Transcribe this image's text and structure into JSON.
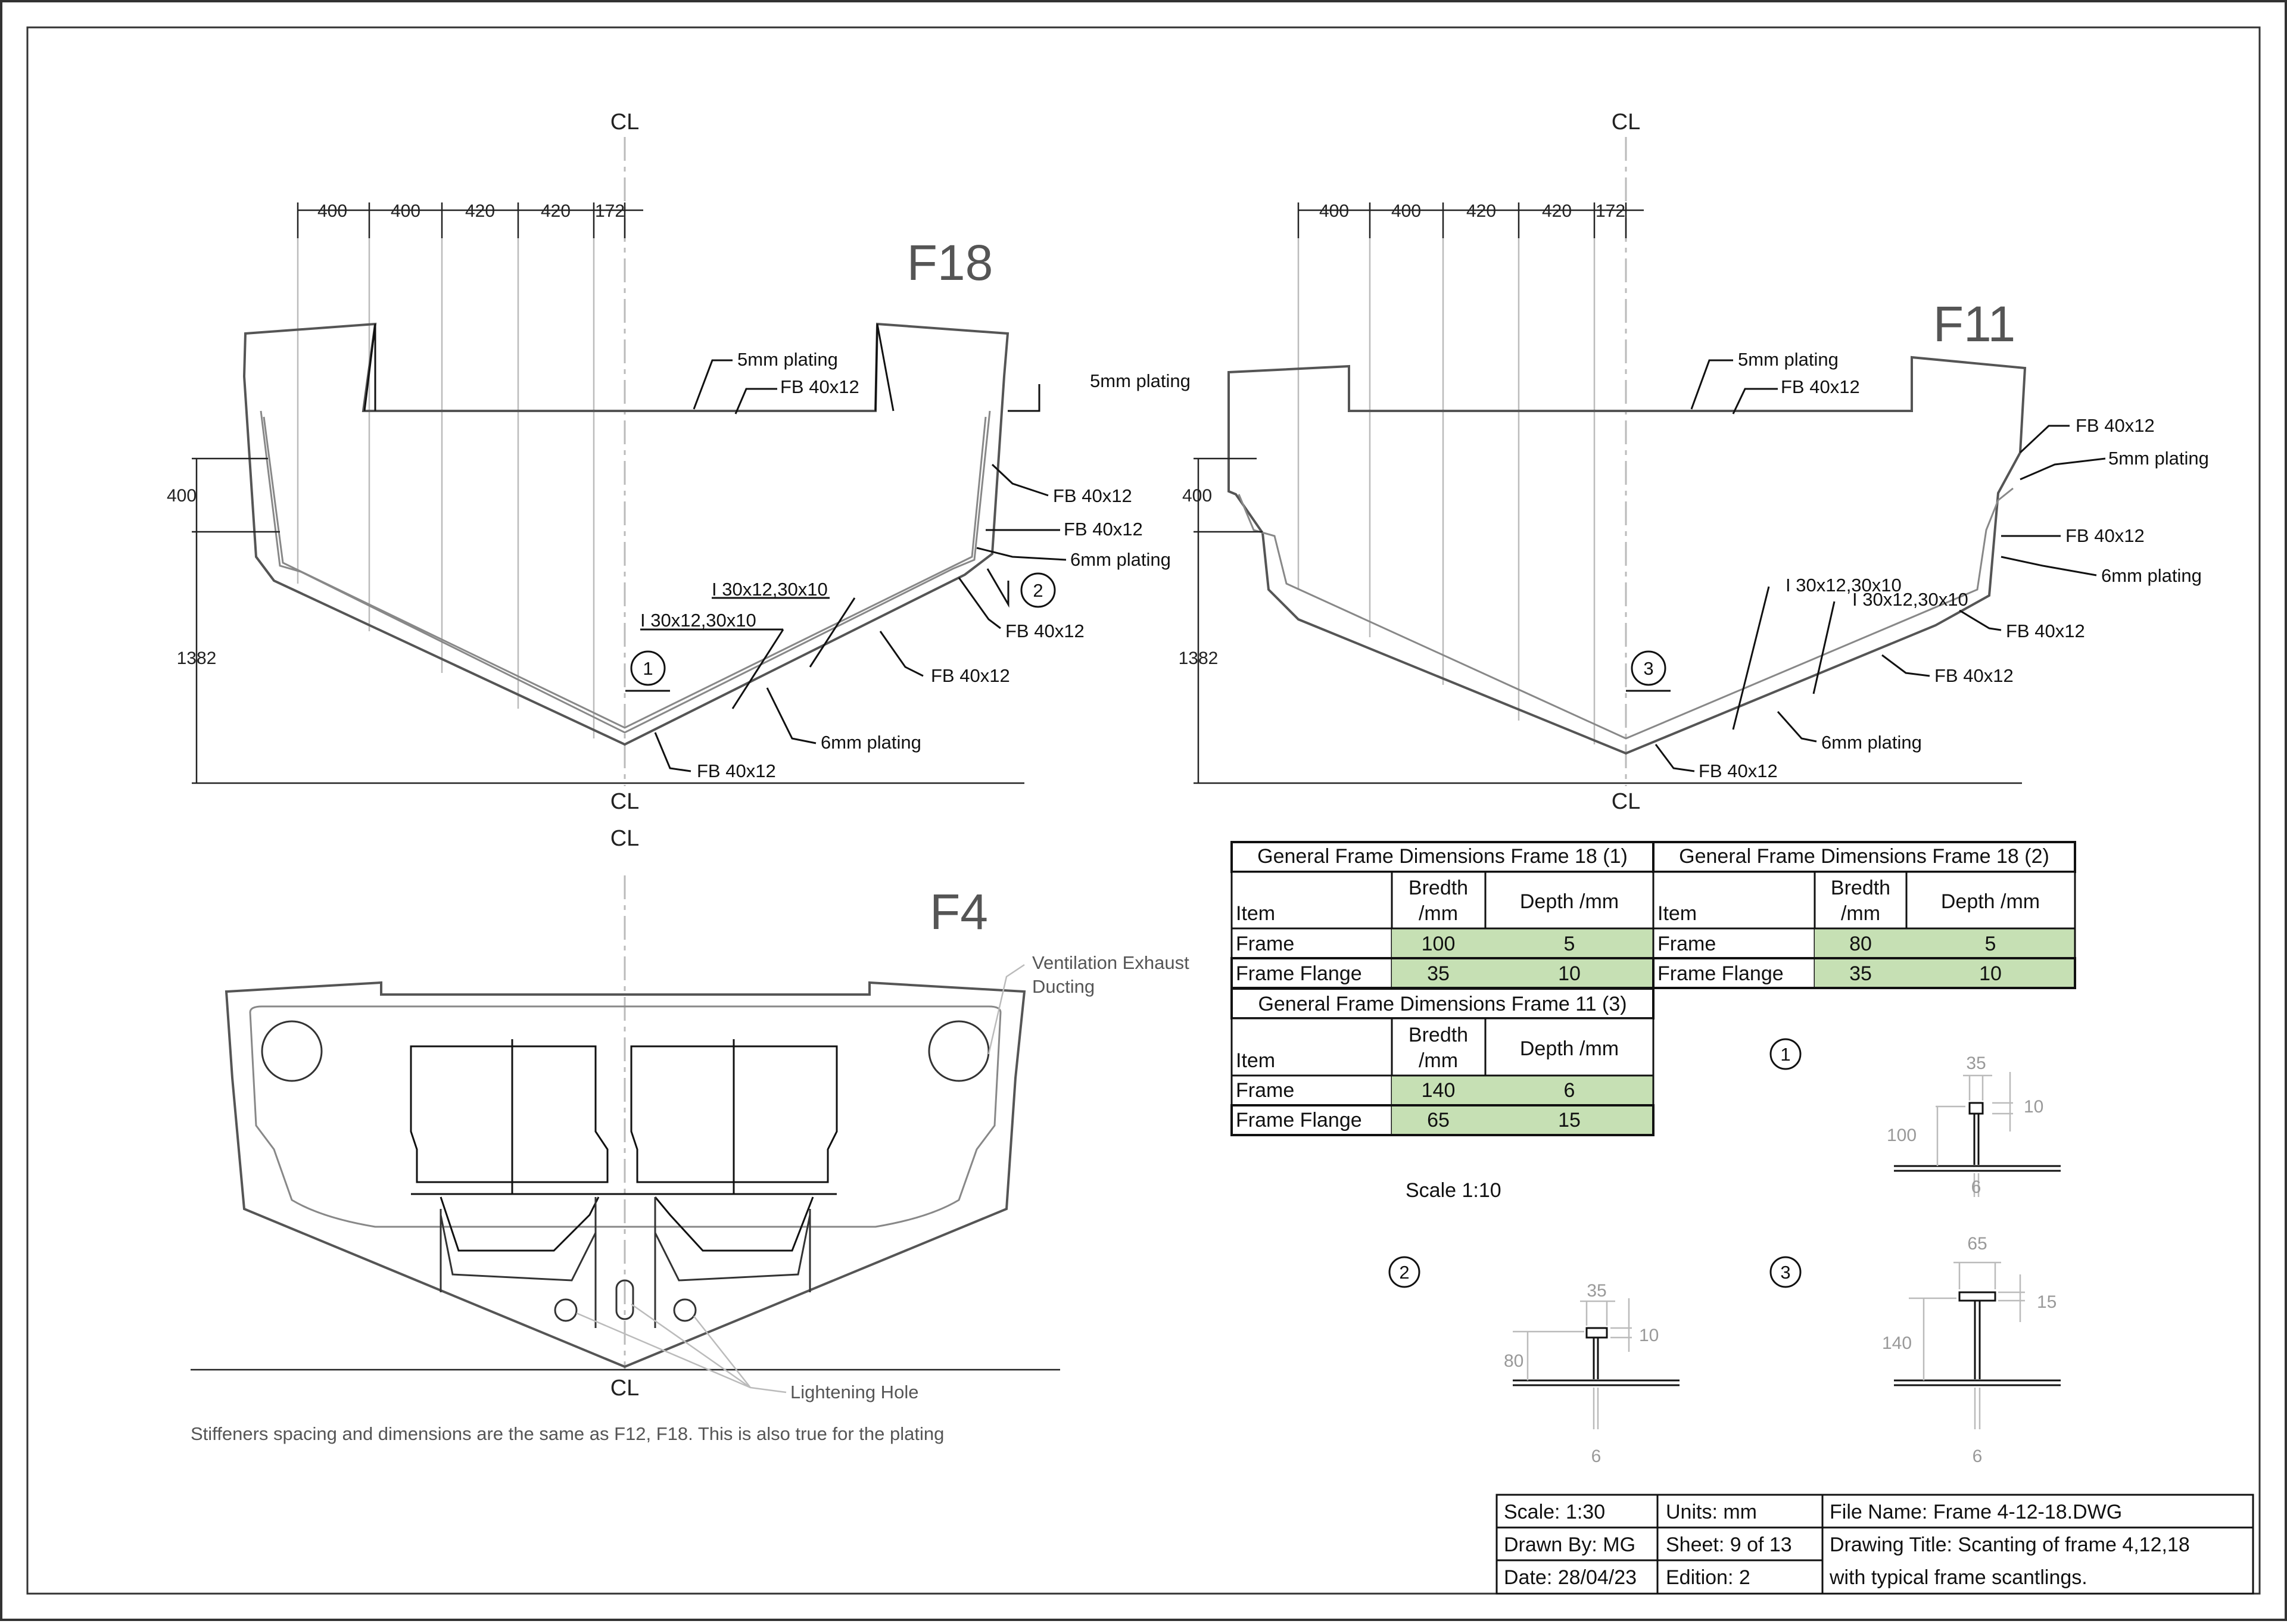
{
  "views": {
    "f18": {
      "title": "F18",
      "cl_top": "CL",
      "cl_bottom": "CL",
      "dims_top": [
        "400",
        "400",
        "420",
        "420",
        "172"
      ],
      "dim_left_1": "400",
      "dim_left_2": "1382"
    },
    "f11": {
      "title": "F11",
      "cl_top": "CL",
      "cl_bottom": "CL",
      "dims_top": [
        "400",
        "400",
        "420",
        "420",
        "172"
      ],
      "dim_left_1": "400",
      "dim_left_2": "1382"
    },
    "f4": {
      "title": "F4",
      "cl_top": "CL",
      "cl_bottom": "CL"
    }
  },
  "labels": {
    "plating_5": "5mm plating",
    "plating_6": "6mm plating",
    "fb": "FB 40x12",
    "i_beam": "I 30x12,30x10",
    "ventilation": "Ventilation Exhaust\nDucting",
    "ventilation_1": "Ventilation Exhaust",
    "ventilation_2": "Ducting",
    "lightening": "Lightening Hole",
    "note": "Stiffeners spacing and dimensions are the same as F12, F18. This is also true for the plating",
    "scale_detail": "Scale 1:10"
  },
  "markers": {
    "m1": "1",
    "m2": "2",
    "m3": "3"
  },
  "tables": {
    "f18_1": {
      "title": "General Frame Dimensions Frame 18 (1)",
      "headers": {
        "item": "Item",
        "bredth_1": "Bredth",
        "bredth_2": "/mm",
        "depth": "Depth /mm"
      },
      "rows": [
        {
          "item": "Frame",
          "bredth": "100",
          "depth": "5"
        },
        {
          "item": "Frame Flange",
          "bredth": "35",
          "depth": "10"
        }
      ]
    },
    "f18_2": {
      "title": "General Frame Dimensions Frame 18 (2)",
      "headers": {
        "item": "Item",
        "bredth_1": "Bredth",
        "bredth_2": "/mm",
        "depth": "Depth /mm"
      },
      "rows": [
        {
          "item": "Frame",
          "bredth": "80",
          "depth": "5"
        },
        {
          "item": "Frame Flange",
          "bredth": "35",
          "depth": "10"
        }
      ]
    },
    "f11_3": {
      "title": "General Frame Dimensions Frame 11 (3)",
      "headers": {
        "item": "Item",
        "bredth_1": "Bredth",
        "bredth_2": "/mm",
        "depth": "Depth /mm"
      },
      "rows": [
        {
          "item": "Frame",
          "bredth": "140",
          "depth": "6"
        },
        {
          "item": "Frame Flange",
          "bredth": "65",
          "depth": "15"
        }
      ]
    }
  },
  "details": {
    "d1": {
      "flange": "35",
      "flange_t": "10",
      "web": "100",
      "web_t": "6"
    },
    "d2": {
      "flange": "35",
      "flange_t": "10",
      "web": "80",
      "web_t": "6"
    },
    "d3": {
      "flange": "65",
      "flange_t": "15",
      "web": "140",
      "web_t": "6"
    }
  },
  "title_block": {
    "scale": "Scale: 1:30",
    "units": "Units: mm",
    "file": "File Name: Frame 4-12-18.DWG",
    "drawn": "Drawn By: MG",
    "sheet": "Sheet: 9 of 13",
    "title_1": "Drawing Title: Scanting of frame 4,12,18",
    "title_2": "with typical frame scantlings.",
    "date": "Date: 28/04/23",
    "edition": "Edition: 2"
  },
  "colors": {
    "cell_fill": "#c6e0b4",
    "line": "#333333"
  }
}
